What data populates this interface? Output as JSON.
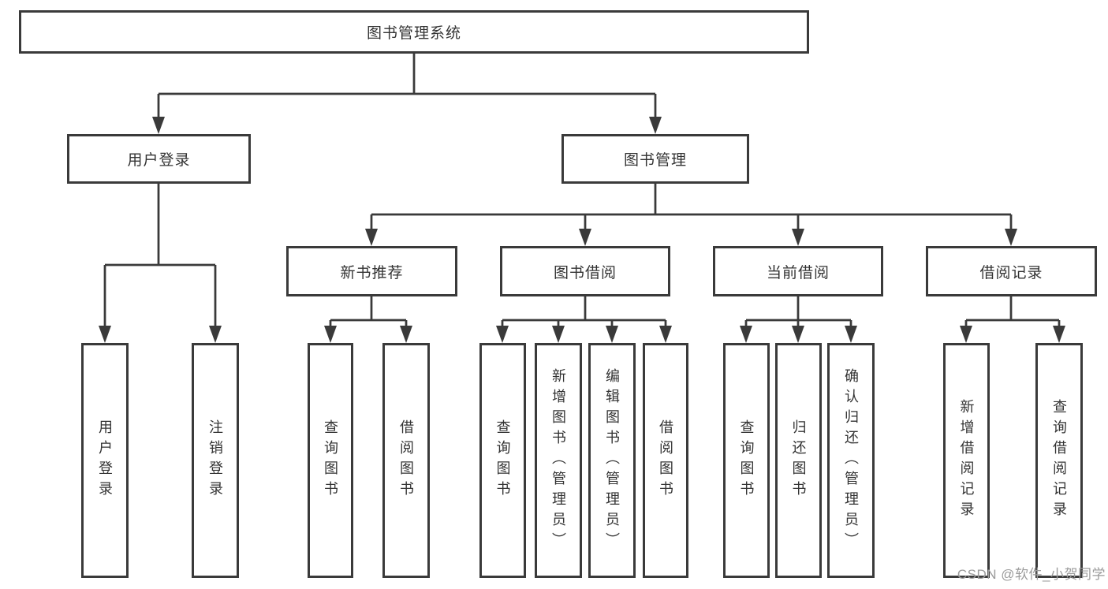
{
  "diagram": {
    "root": {
      "label": "图书管理系统"
    },
    "level2": {
      "user_login": {
        "label": "用户登录"
      },
      "book_mgmt": {
        "label": "图书管理"
      }
    },
    "level3": {
      "new_book_rec": {
        "label": "新书推荐"
      },
      "book_borrow": {
        "label": "图书借阅"
      },
      "current_borrow": {
        "label": "当前借阅"
      },
      "borrow_records": {
        "label": "借阅记录"
      }
    },
    "leaves": {
      "user_login_1": {
        "label": "用户登录"
      },
      "user_login_2": {
        "label": "注销登录"
      },
      "new_book_1": {
        "label": "查询图书"
      },
      "new_book_2": {
        "label": "借阅图书"
      },
      "borrow_1": {
        "label": "查询图书"
      },
      "borrow_2": {
        "label": "新增图书（管理员）"
      },
      "borrow_3": {
        "label": "编辑图书（管理员）"
      },
      "borrow_4": {
        "label": "借阅图书"
      },
      "current_1": {
        "label": "查询图书"
      },
      "current_2": {
        "label": "归还图书"
      },
      "current_3": {
        "label": "确认归还（管理员）"
      },
      "records_1": {
        "label": "新增借阅记录"
      },
      "records_2": {
        "label": "查询借阅记录"
      }
    },
    "watermark": "CSDN @软件_小贺同学",
    "colors": {
      "line": "#3a3a3a",
      "text": "#333333",
      "watermark": "#9b9b9b",
      "box_fill": "#ffffff"
    }
  }
}
